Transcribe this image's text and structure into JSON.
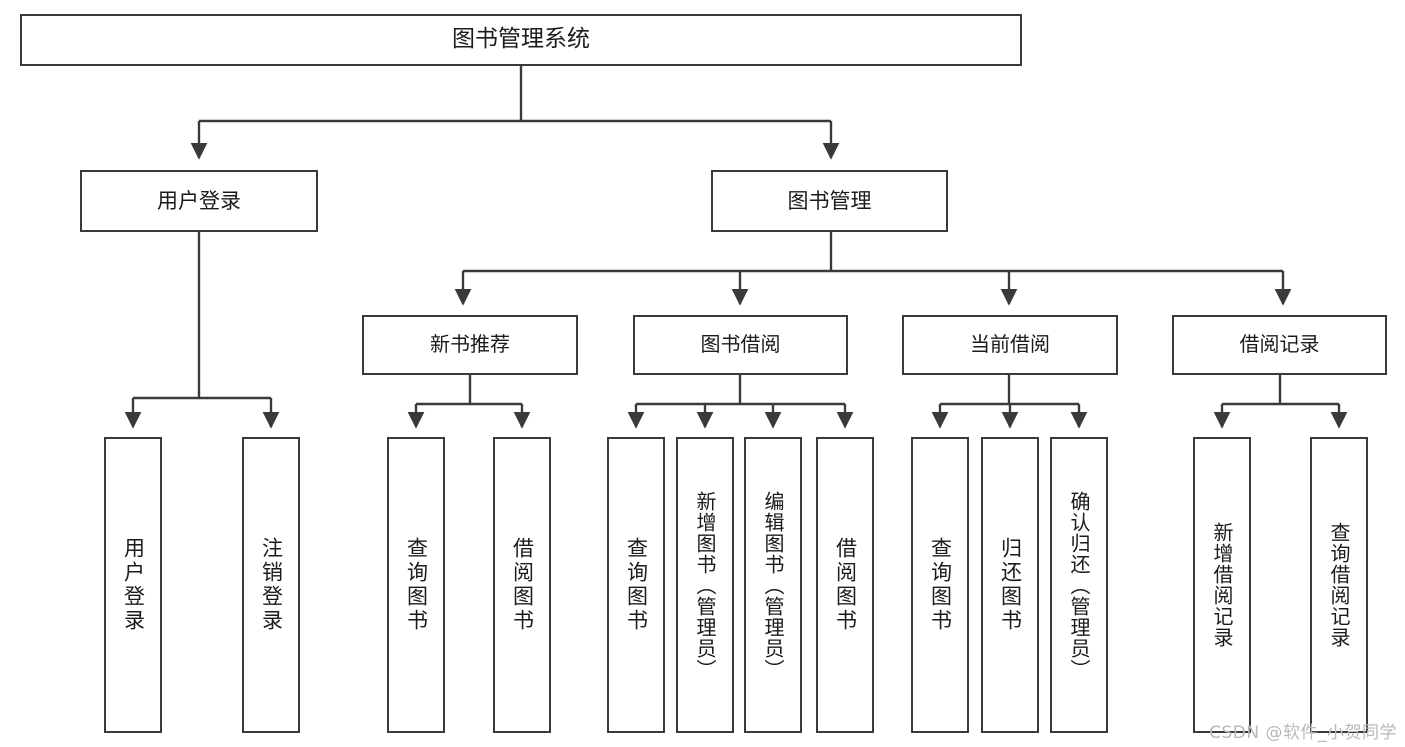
{
  "diagram": {
    "type": "tree",
    "title": "图书管理系统",
    "watermark": "CSDN @软件_小贺同学",
    "colors": {
      "box_border": "#3a3a3a",
      "box_fill": "#ffffff",
      "connector": "#3a3a3a",
      "text": "#1b1b1b",
      "watermark": "#b9b9b9",
      "background": "#ffffff"
    },
    "root": {
      "label": "图书管理系统"
    },
    "level1": [
      {
        "label": "用户登录"
      },
      {
        "label": "图书管理"
      }
    ],
    "level2": [
      {
        "label": "新书推荐"
      },
      {
        "label": "图书借阅"
      },
      {
        "label": "当前借阅"
      },
      {
        "label": "借阅记录"
      }
    ],
    "leaves": [
      {
        "label": "用户登录",
        "parent": "用户登录"
      },
      {
        "label": "注销登录",
        "parent": "用户登录"
      },
      {
        "label": "查询图书",
        "parent": "新书推荐"
      },
      {
        "label": "借阅图书",
        "parent": "新书推荐"
      },
      {
        "label": "查询图书",
        "parent": "图书借阅"
      },
      {
        "label": "新增图书（管理员）",
        "parent": "图书借阅"
      },
      {
        "label": "编辑图书（管理员）",
        "parent": "图书借阅"
      },
      {
        "label": "借阅图书",
        "parent": "图书借阅"
      },
      {
        "label": "查询图书",
        "parent": "当前借阅"
      },
      {
        "label": "归还图书",
        "parent": "当前借阅"
      },
      {
        "label": "确认归还（管理员）",
        "parent": "当前借阅"
      },
      {
        "label": "新增借阅记录",
        "parent": "借阅记录"
      },
      {
        "label": "查询借阅记录",
        "parent": "借阅记录"
      }
    ]
  }
}
